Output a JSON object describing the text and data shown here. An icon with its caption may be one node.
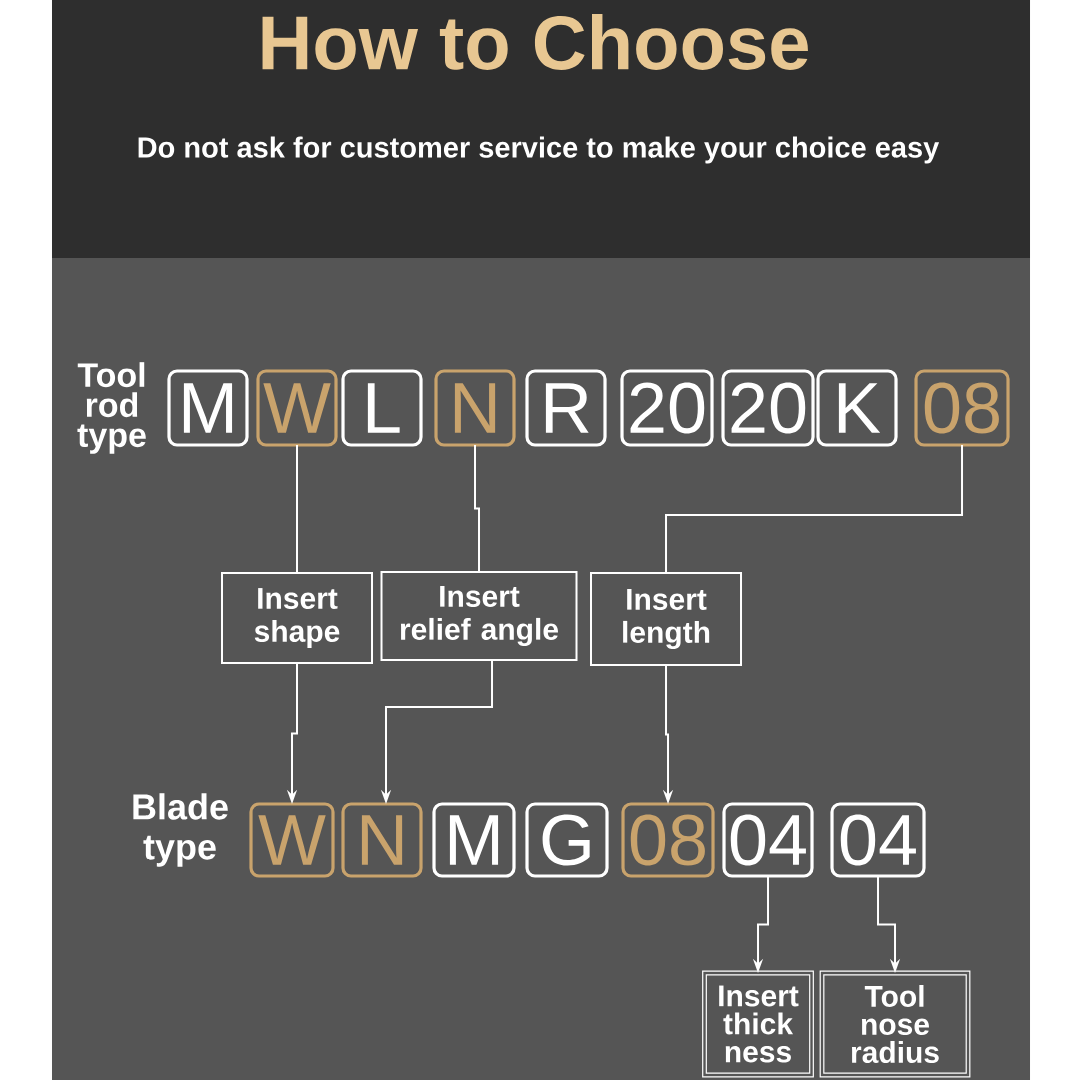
{
  "diagram": {
    "title": "How to Choose",
    "nodes": [
      {
        "text": [
          "M"
        ]
      },
      {
        "text": [
          "W"
        ]
      },
      {
        "text": [
          "L"
        ]
      },
      {
        "text": [
          "N"
        ]
      },
      {
        "text": [
          "R"
        ]
      },
      {
        "text": [
          "20"
        ]
      },
      {
        "text": [
          "20"
        ]
      },
      {
        "text": [
          "K"
        ]
      },
      {
        "text": [
          "08"
        ]
      },
      {
        "text": [
          "Insert shape"
        ]
      },
      {
        "text": [
          "Insert relief angle"
        ]
      },
      {
        "text": [
          "Insert length"
        ]
      },
      {
        "text": [
          "W"
        ]
      },
      {
        "text": [
          "N"
        ]
      },
      {
        "text": [
          "M"
        ]
      },
      {
        "text": [
          "G"
        ]
      },
      {
        "text": [
          "08"
        ]
      },
      {
        "text": [
          "04"
        ]
      },
      {
        "text": [
          "04"
        ]
      },
      {
        "text": [
          "Insert thick ness"
        ]
      },
      {
        "text": [
          "Tool nose radius"
        ]
      }
    ],
    "edges": [
      {
        "from": 1,
        "to": 9,
        "arrow": "none"
      },
      {
        "from": 3,
        "to": 10,
        "arrow": "none"
      },
      {
        "from": 8,
        "to": 11,
        "arrow": "none"
      },
      {
        "from": 9,
        "to": 12,
        "arrow": "to"
      },
      {
        "from": 10,
        "to": 13,
        "arrow": "to"
      },
      {
        "from": 11,
        "to": 16,
        "arrow": "to"
      },
      {
        "from": 17,
        "to": 19,
        "arrow": "to"
      },
      {
        "from": 18,
        "to": 20,
        "arrow": "to"
      }
    ],
    "labels": [
      "Do not ask for customer service to make your choice easy",
      "Tool rod type",
      "Blade type"
    ]
  }
}
